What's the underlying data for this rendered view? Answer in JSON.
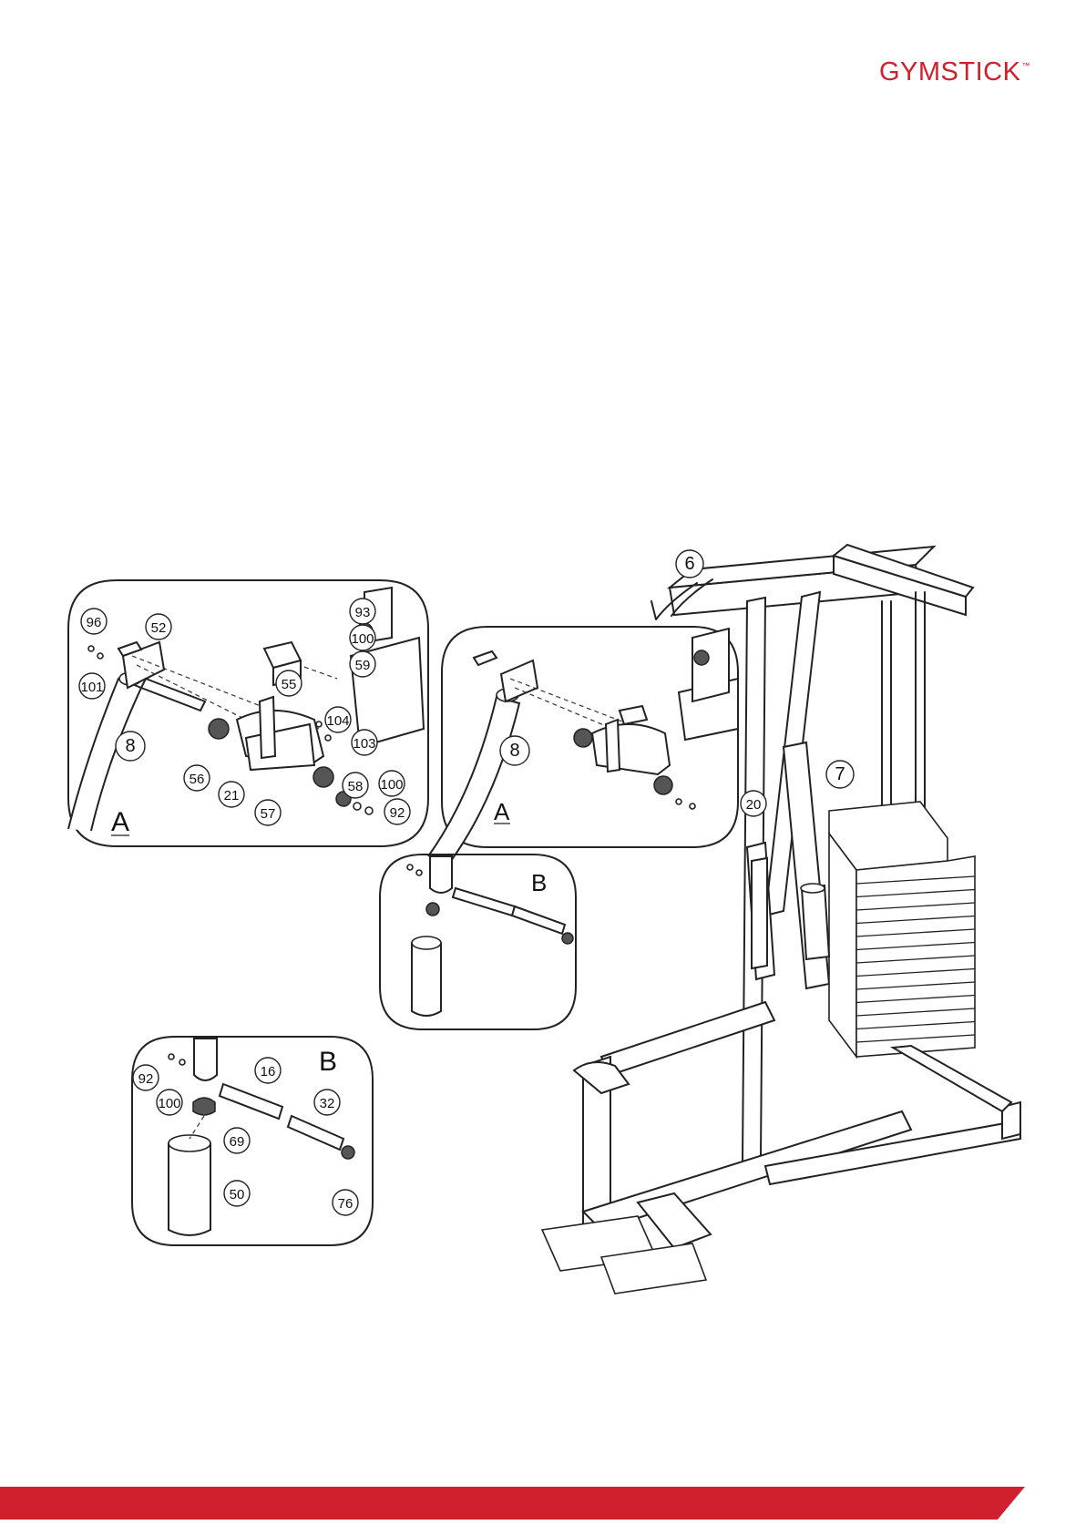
{
  "header": {
    "brand": "GYMSTICK",
    "trademark": "™"
  },
  "colors": {
    "brand_red": "#d0202e",
    "line": "#222222"
  },
  "inset_a1": {
    "label": "A",
    "callouts": [
      "96",
      "52",
      "101",
      "93",
      "100",
      "59",
      "55",
      "104",
      "103",
      "8",
      "56",
      "21",
      "58",
      "100",
      "57",
      "92"
    ]
  },
  "inset_a2": {
    "label": "A",
    "callouts": [
      "8",
      "20"
    ]
  },
  "inset_b1": {
    "label": "B"
  },
  "inset_b2": {
    "label": "B",
    "callouts": [
      "92",
      "16",
      "100",
      "32",
      "69",
      "50",
      "76"
    ]
  },
  "main_machine": {
    "callouts": [
      "6",
      "7"
    ]
  }
}
